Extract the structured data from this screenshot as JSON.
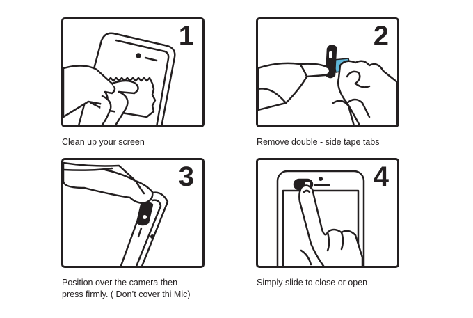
{
  "colors": {
    "ink": "#231f20",
    "tape": "#5fb6d8",
    "paper": "#ffffff"
  },
  "steps": [
    {
      "number": "1",
      "caption_lines": [
        "Clean up your screen"
      ],
      "icon": "wiping-screen-cloth-illustration"
    },
    {
      "number": "2",
      "caption_lines": [
        "Remove double - side tape tabs"
      ],
      "icon": "peeling-tape-illustration"
    },
    {
      "number": "3",
      "caption_lines": [
        "Position over the camera then",
        "press firmly. ( Don’t cover thi Mic)"
      ],
      "icon": "placing-cover-illustration"
    },
    {
      "number": "4",
      "caption_lines": [
        "Simply slide to close or open"
      ],
      "icon": "slide-cover-illustration"
    }
  ]
}
